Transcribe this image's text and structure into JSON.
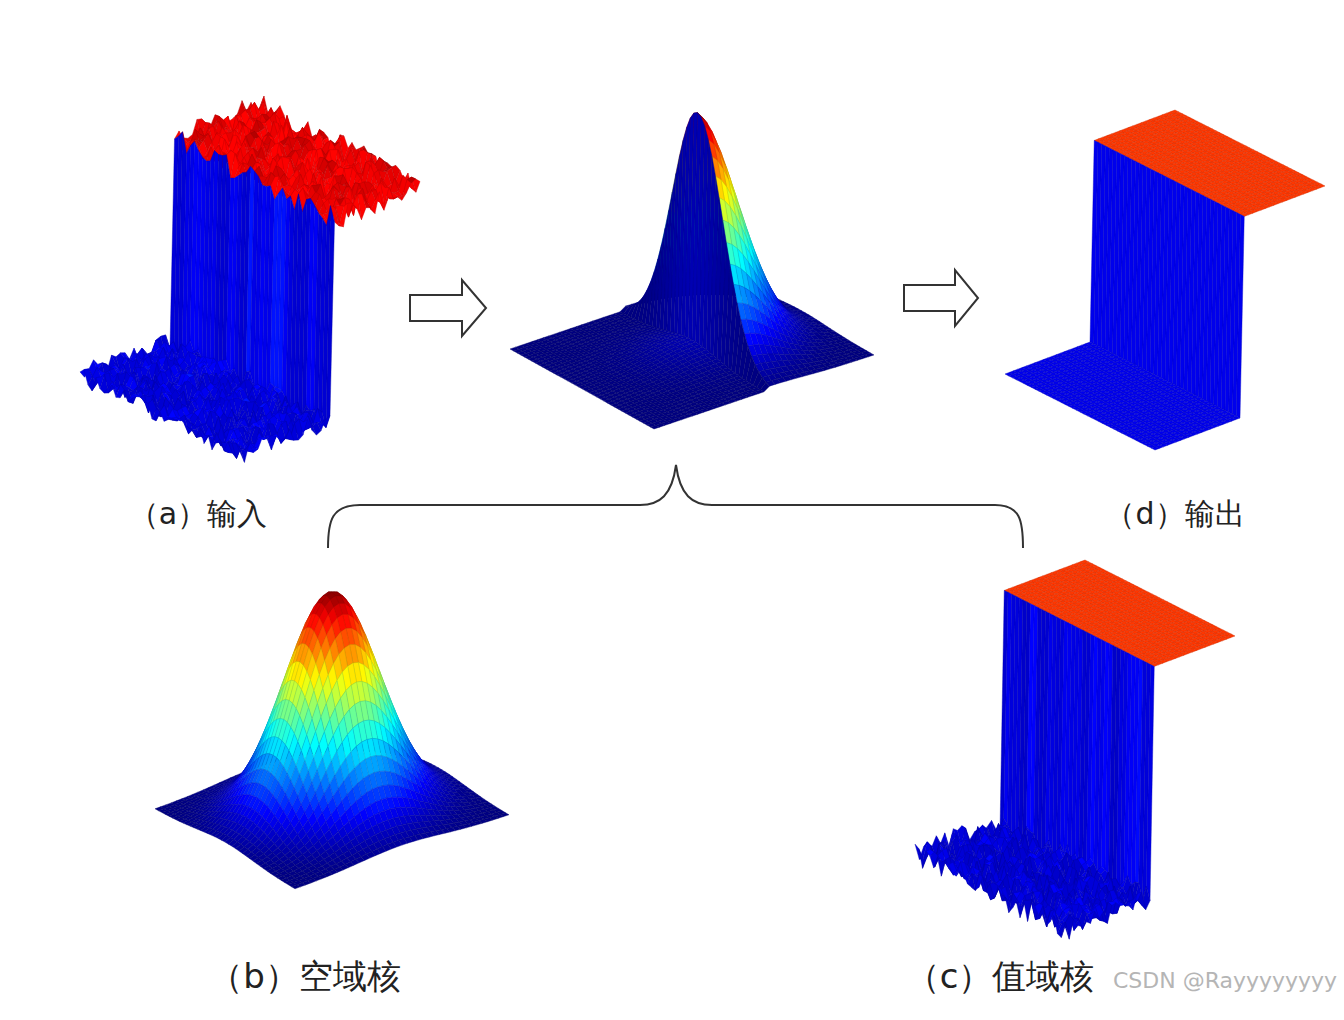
{
  "diagram": {
    "labels": [
      "（a）输入",
      "（d）输出",
      "（b）空域核",
      "（c）值域核",
      "CSDN @Rayyyyyyyy"
    ]
  }
}
